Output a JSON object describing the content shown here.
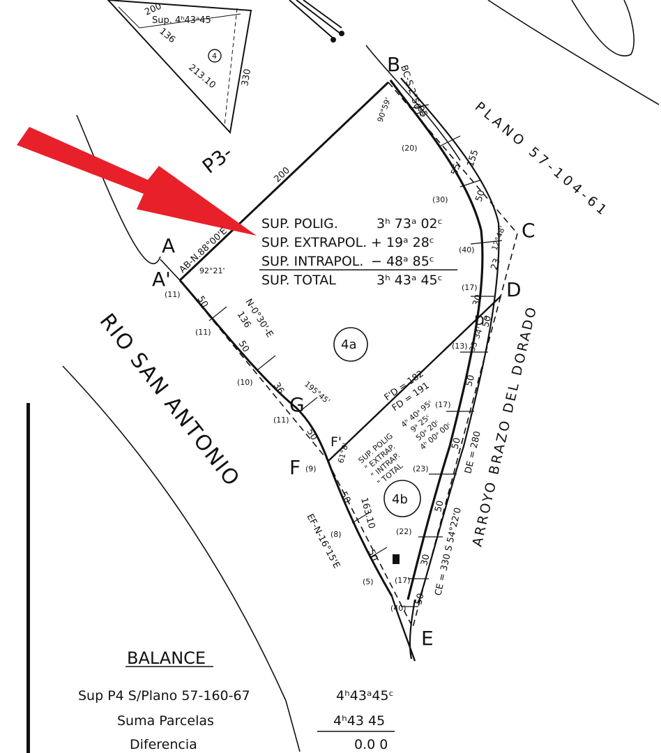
{
  "vertices": {
    "a": "A",
    "a_prime": "A'",
    "b": "B",
    "c": "C",
    "d": "D",
    "d_prime": "D'",
    "e": "E",
    "f": "F",
    "f_prime": "F'",
    "g": "G"
  },
  "plano_label": "PLANO 57-104-61",
  "p3_label": "P3-",
  "river_label": "RIO SAN ANTONIO",
  "stream_label": "ARROYO BRAZO DEL DORADO",
  "courses": {
    "ab": "AB-N.88°00'E",
    "bc": "BC-S.2°50'E",
    "ef": "EF-N-16°15'E",
    "a_g": "N-0°30'-E",
    "fd": "F'D = 182",
    "fd2": "FD = 191",
    "de": "DE = 280",
    "ce": "CE = 330 S 54°22'0"
  },
  "dimensions": {
    "ab": "200",
    "ag": "136",
    "bc": "155",
    "fe": "163.10",
    "small_top_1": "200",
    "small_top_2": "136",
    "small_top_3": "213.10",
    "small_top_4": "330"
  },
  "angles": {
    "a": "92°21'",
    "b": "90°59'",
    "c": "12°48'",
    "d": "33°34'",
    "f": "61°8'",
    "g": "195°45'"
  },
  "segments": [
    {
      "text": "50"
    },
    {
      "text": "50"
    },
    {
      "text": "36"
    },
    {
      "text": "50"
    },
    {
      "text": "50"
    },
    {
      "text": "05"
    },
    {
      "text": "55"
    },
    {
      "text": "50"
    },
    {
      "text": "23"
    },
    {
      "text": "30"
    },
    {
      "text": "50"
    },
    {
      "text": "50"
    },
    {
      "text": "50"
    },
    {
      "text": "50"
    },
    {
      "text": "30"
    },
    {
      "text": "50"
    },
    {
      "text": "50"
    }
  ],
  "markers": [
    {
      "text": "(11)"
    },
    {
      "text": "(11)"
    },
    {
      "text": "(10)"
    },
    {
      "text": "(11)"
    },
    {
      "text": "(9)"
    },
    {
      "text": "(8)"
    },
    {
      "text": "(5)"
    },
    {
      "text": "(20)"
    },
    {
      "text": "(30)"
    },
    {
      "text": "(40)"
    },
    {
      "text": "(17)"
    },
    {
      "text": "(13)"
    },
    {
      "text": "(17)"
    },
    {
      "text": "(23)"
    },
    {
      "text": "(22)"
    },
    {
      "text": "(17)"
    },
    {
      "text": "(40)"
    }
  ],
  "small_parcel": {
    "sup": "Sup. 4ʰ43ᵃ45",
    "number": "4"
  },
  "areas": {
    "main": [
      {
        "label": "SUP. POLIG.",
        "value": "3ʰ 73ᵃ 02ᶜ"
      },
      {
        "label": "SUP. EXTRAPOL.",
        "value": "+ 19ᵃ 28ᶜ"
      },
      {
        "label": "SUP. INTRAPOL.",
        "value": "− 48ᵃ 85ᶜ"
      },
      {
        "label": "SUP. TOTAL",
        "value": "3ʰ 43ᵃ 45ᶜ"
      }
    ],
    "b4": [
      {
        "label": "SUP. POLIG",
        "value": "4ʰ 40ᵃ 95ᶜ"
      },
      {
        "label": "\" EXTRAP.",
        "value": "9ᵃ 25ᶜ"
      },
      {
        "label": "\" INTRAP.",
        "value": "50ᵃ 20ᶜ"
      },
      {
        "label": "\" TOTAL",
        "value": "4ʰ 00ᵃ 00ᶜ"
      }
    ]
  },
  "parcels": {
    "p4a": "4a",
    "p4b": "4b"
  },
  "balance": {
    "title": "BALANCE",
    "rows": [
      {
        "label": "Sup P4 S/Plano 57-160-67",
        "value": "4ʰ43ᵃ45ᶜ"
      },
      {
        "label": "Suma Parcelas",
        "value": "4ʰ43 45"
      },
      {
        "label": "Diferencia",
        "value": "0.0 0"
      }
    ]
  },
  "colors": {
    "arrow": "#e8202a",
    "ink": "#111111"
  }
}
